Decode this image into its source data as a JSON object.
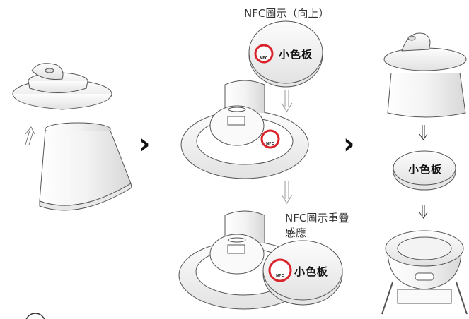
{
  "captions": {
    "nfc_icon_up": "NFC圖示（向上）",
    "nfc_overlap": "NFC圖示重疊",
    "sense": "感應"
  },
  "disc_label": "小色板",
  "nfc_text": "NFC",
  "chevron": "›",
  "colors": {
    "nfc_ring": "#d9222a",
    "line": "#444444",
    "fill": "#f7f7f7"
  }
}
